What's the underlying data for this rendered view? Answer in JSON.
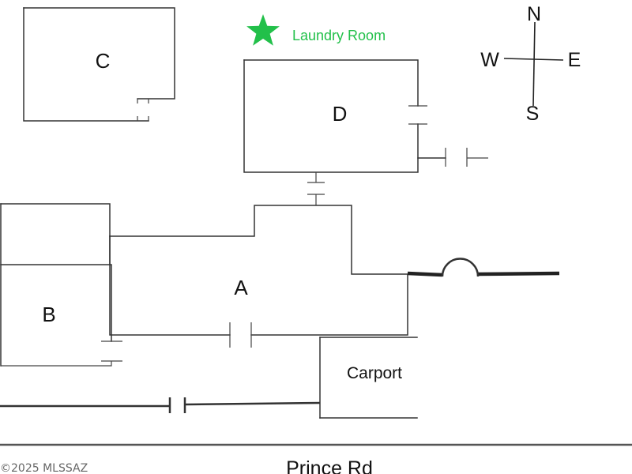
{
  "rooms": {
    "a": "A",
    "b": "B",
    "c": "C",
    "d": "D",
    "carport": "Carport"
  },
  "legend": {
    "label": "Laundry Room",
    "color": "#22c04a"
  },
  "compass": {
    "n": "N",
    "s": "S",
    "e": "E",
    "w": "W"
  },
  "street": "Prince Rd",
  "copyright": "©2025 MLSSAZ"
}
